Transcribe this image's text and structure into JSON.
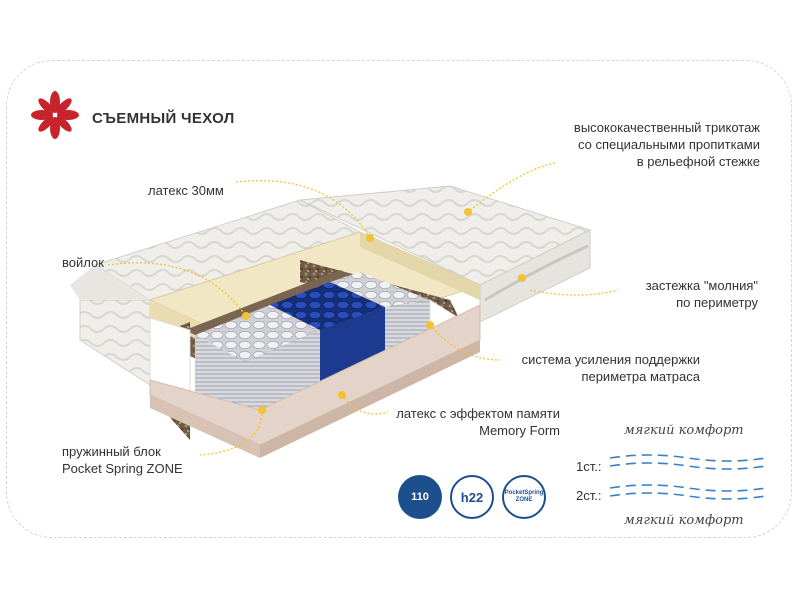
{
  "header": {
    "title": "СЪЕМНЫЙ ЧЕХОЛ"
  },
  "callouts": {
    "knit": [
      "высококачественный трикотаж",
      "со специальными пропитками",
      "в  рельефной стежке"
    ],
    "latex": "латекс 30мм",
    "felt": "войлок",
    "zipper": [
      "застежка \"молния\"",
      "по периметру"
    ],
    "perimeter": [
      "система усиления поддержки",
      "периметра матраса"
    ],
    "memory": [
      "латекс с эффектом памяти",
      "Memory Form"
    ],
    "spring": [
      "пружинный блок",
      "Pocket Spring ZONE"
    ]
  },
  "badges": {
    "weight": "110",
    "height": "h22",
    "pocket": "PocketSpring ZONE"
  },
  "firmness": {
    "top_label": "мягкий комфорт",
    "bottom_label": "мягкий комфорт",
    "side1": "1ст.:",
    "side2": "2ст.:"
  },
  "colors": {
    "accent": "#f1c332",
    "star": "#c8222a",
    "badge": "#1d4f8f",
    "springs_blue": "#1f3f9e",
    "springs_white": "#e7e7ea"
  }
}
